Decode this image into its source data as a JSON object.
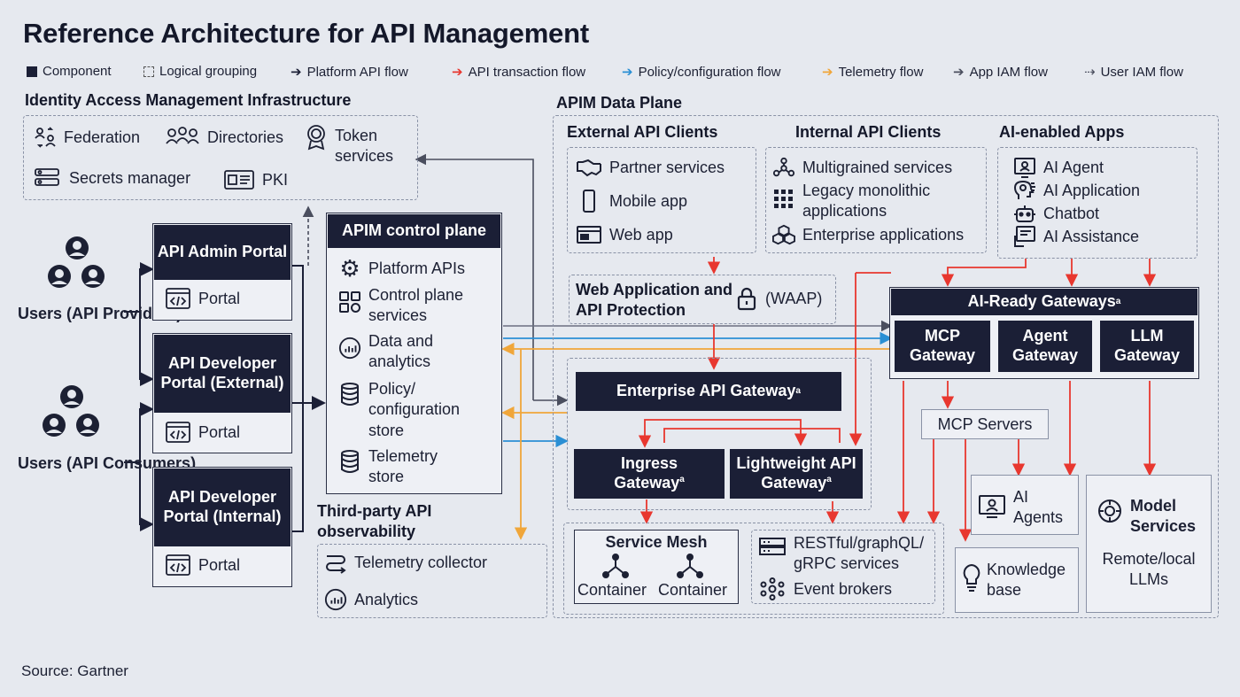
{
  "title": "Reference Architecture for API Management",
  "legend": [
    {
      "label": "Component",
      "kind": "component"
    },
    {
      "label": "Logical grouping",
      "kind": "group"
    },
    {
      "label": "Platform API flow",
      "color": "#1b1f36"
    },
    {
      "label": "API transaction flow",
      "color": "#e8372f"
    },
    {
      "label": "Policy/configuration flow",
      "color": "#2a8fd4"
    },
    {
      "label": "Telemetry flow",
      "color": "#f0a63a"
    },
    {
      "label": "App IAM flow",
      "color": "#4a4e5e"
    },
    {
      "label": "User IAM flow",
      "color": "#4a4e5e"
    }
  ],
  "iam": {
    "title": "Identity Access Management Infrastructure",
    "federation": "Federation",
    "directories": "Directories",
    "token_services": "Token services",
    "secrets_manager": "Secrets manager",
    "pki": "PKI"
  },
  "users": {
    "providers": "Users (API Providers)",
    "consumers": "Users (API Consumers)"
  },
  "portals": {
    "admin": "API Admin Portal",
    "dev_external": "API Developer Portal (External)",
    "dev_internal": "API Developer Portal (Internal)",
    "portal_label": "Portal"
  },
  "control_plane": {
    "title": "APIM control plane",
    "items": [
      "Platform APIs",
      "Control plane services",
      "Data and analytics",
      "Policy/ configuration store",
      "Telemetry store"
    ]
  },
  "observability": {
    "title": "Third-party API observability",
    "telemetry_collector": "Telemetry collector",
    "analytics": "Analytics"
  },
  "data_plane": {
    "title": "APIM Data Plane",
    "external_clients": {
      "title": "External API Clients",
      "items": [
        "Partner services",
        "Mobile app",
        "Web app"
      ]
    },
    "internal_clients": {
      "title": "Internal API Clients",
      "items": [
        "Multigrained services",
        "Legacy monolithic applications",
        "Enterprise applications"
      ]
    },
    "ai_apps": {
      "title": "AI-enabled Apps",
      "items": [
        "AI Agent",
        "AI Application",
        "Chatbot",
        "AI Assistance"
      ]
    },
    "waap": {
      "title": "Web Application and API Protection",
      "abbr": "(WAAP)"
    },
    "enterprise_gateway": "Enterprise API Gateway",
    "ingress_gateway": "Ingress Gateway",
    "lightweight_gateway": "Lightweight API Gateway",
    "footnote_mark": "a",
    "service_mesh": {
      "title": "Service Mesh",
      "container": "Container"
    },
    "services": [
      "RESTful/graphQL/ gRPC services",
      "Event brokers"
    ],
    "ai_gateways": {
      "title": "AI-Ready Gateways",
      "mcp": "MCP Gateway",
      "agent": "Agent Gateway",
      "llm": "LLM Gateway"
    },
    "mcp_servers": "MCP Servers",
    "ai_agents": "AI Agents",
    "knowledge_base": "Knowledge base",
    "model_services": {
      "title": "Model Services",
      "sub": "Remote/local LLMs"
    }
  },
  "source": "Source: Gartner"
}
